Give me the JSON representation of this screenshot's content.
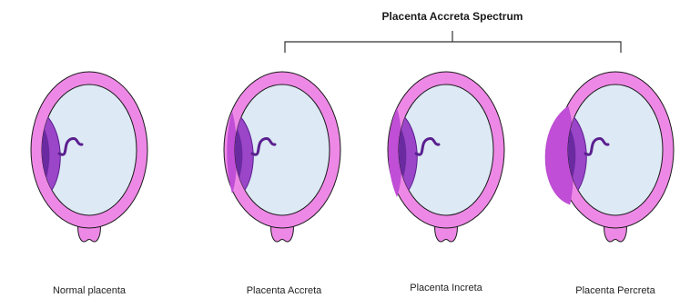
{
  "spectrum_title": "Placenta Accreta Spectrum",
  "labels": {
    "normal": "Normal placenta",
    "accreta": "Placenta Accreta",
    "increta": "Placenta Increta",
    "percreta": "Placenta Percreta"
  },
  "colors": {
    "uterine_wall": "#ee88e6",
    "uterine_wall_outline": "#1a1a1a",
    "cavity": "#dde9f4",
    "placenta": "#6a2aa0",
    "placenta_light": "#9b46c8",
    "invasion": "#c04ed6",
    "cord": "#5a1f8f",
    "bracket": "#333333"
  },
  "icons": {
    "normal": "uterus-normal-placenta-icon",
    "accreta": "uterus-accreta-icon",
    "increta": "uterus-increta-icon",
    "percreta": "uterus-percreta-icon"
  }
}
